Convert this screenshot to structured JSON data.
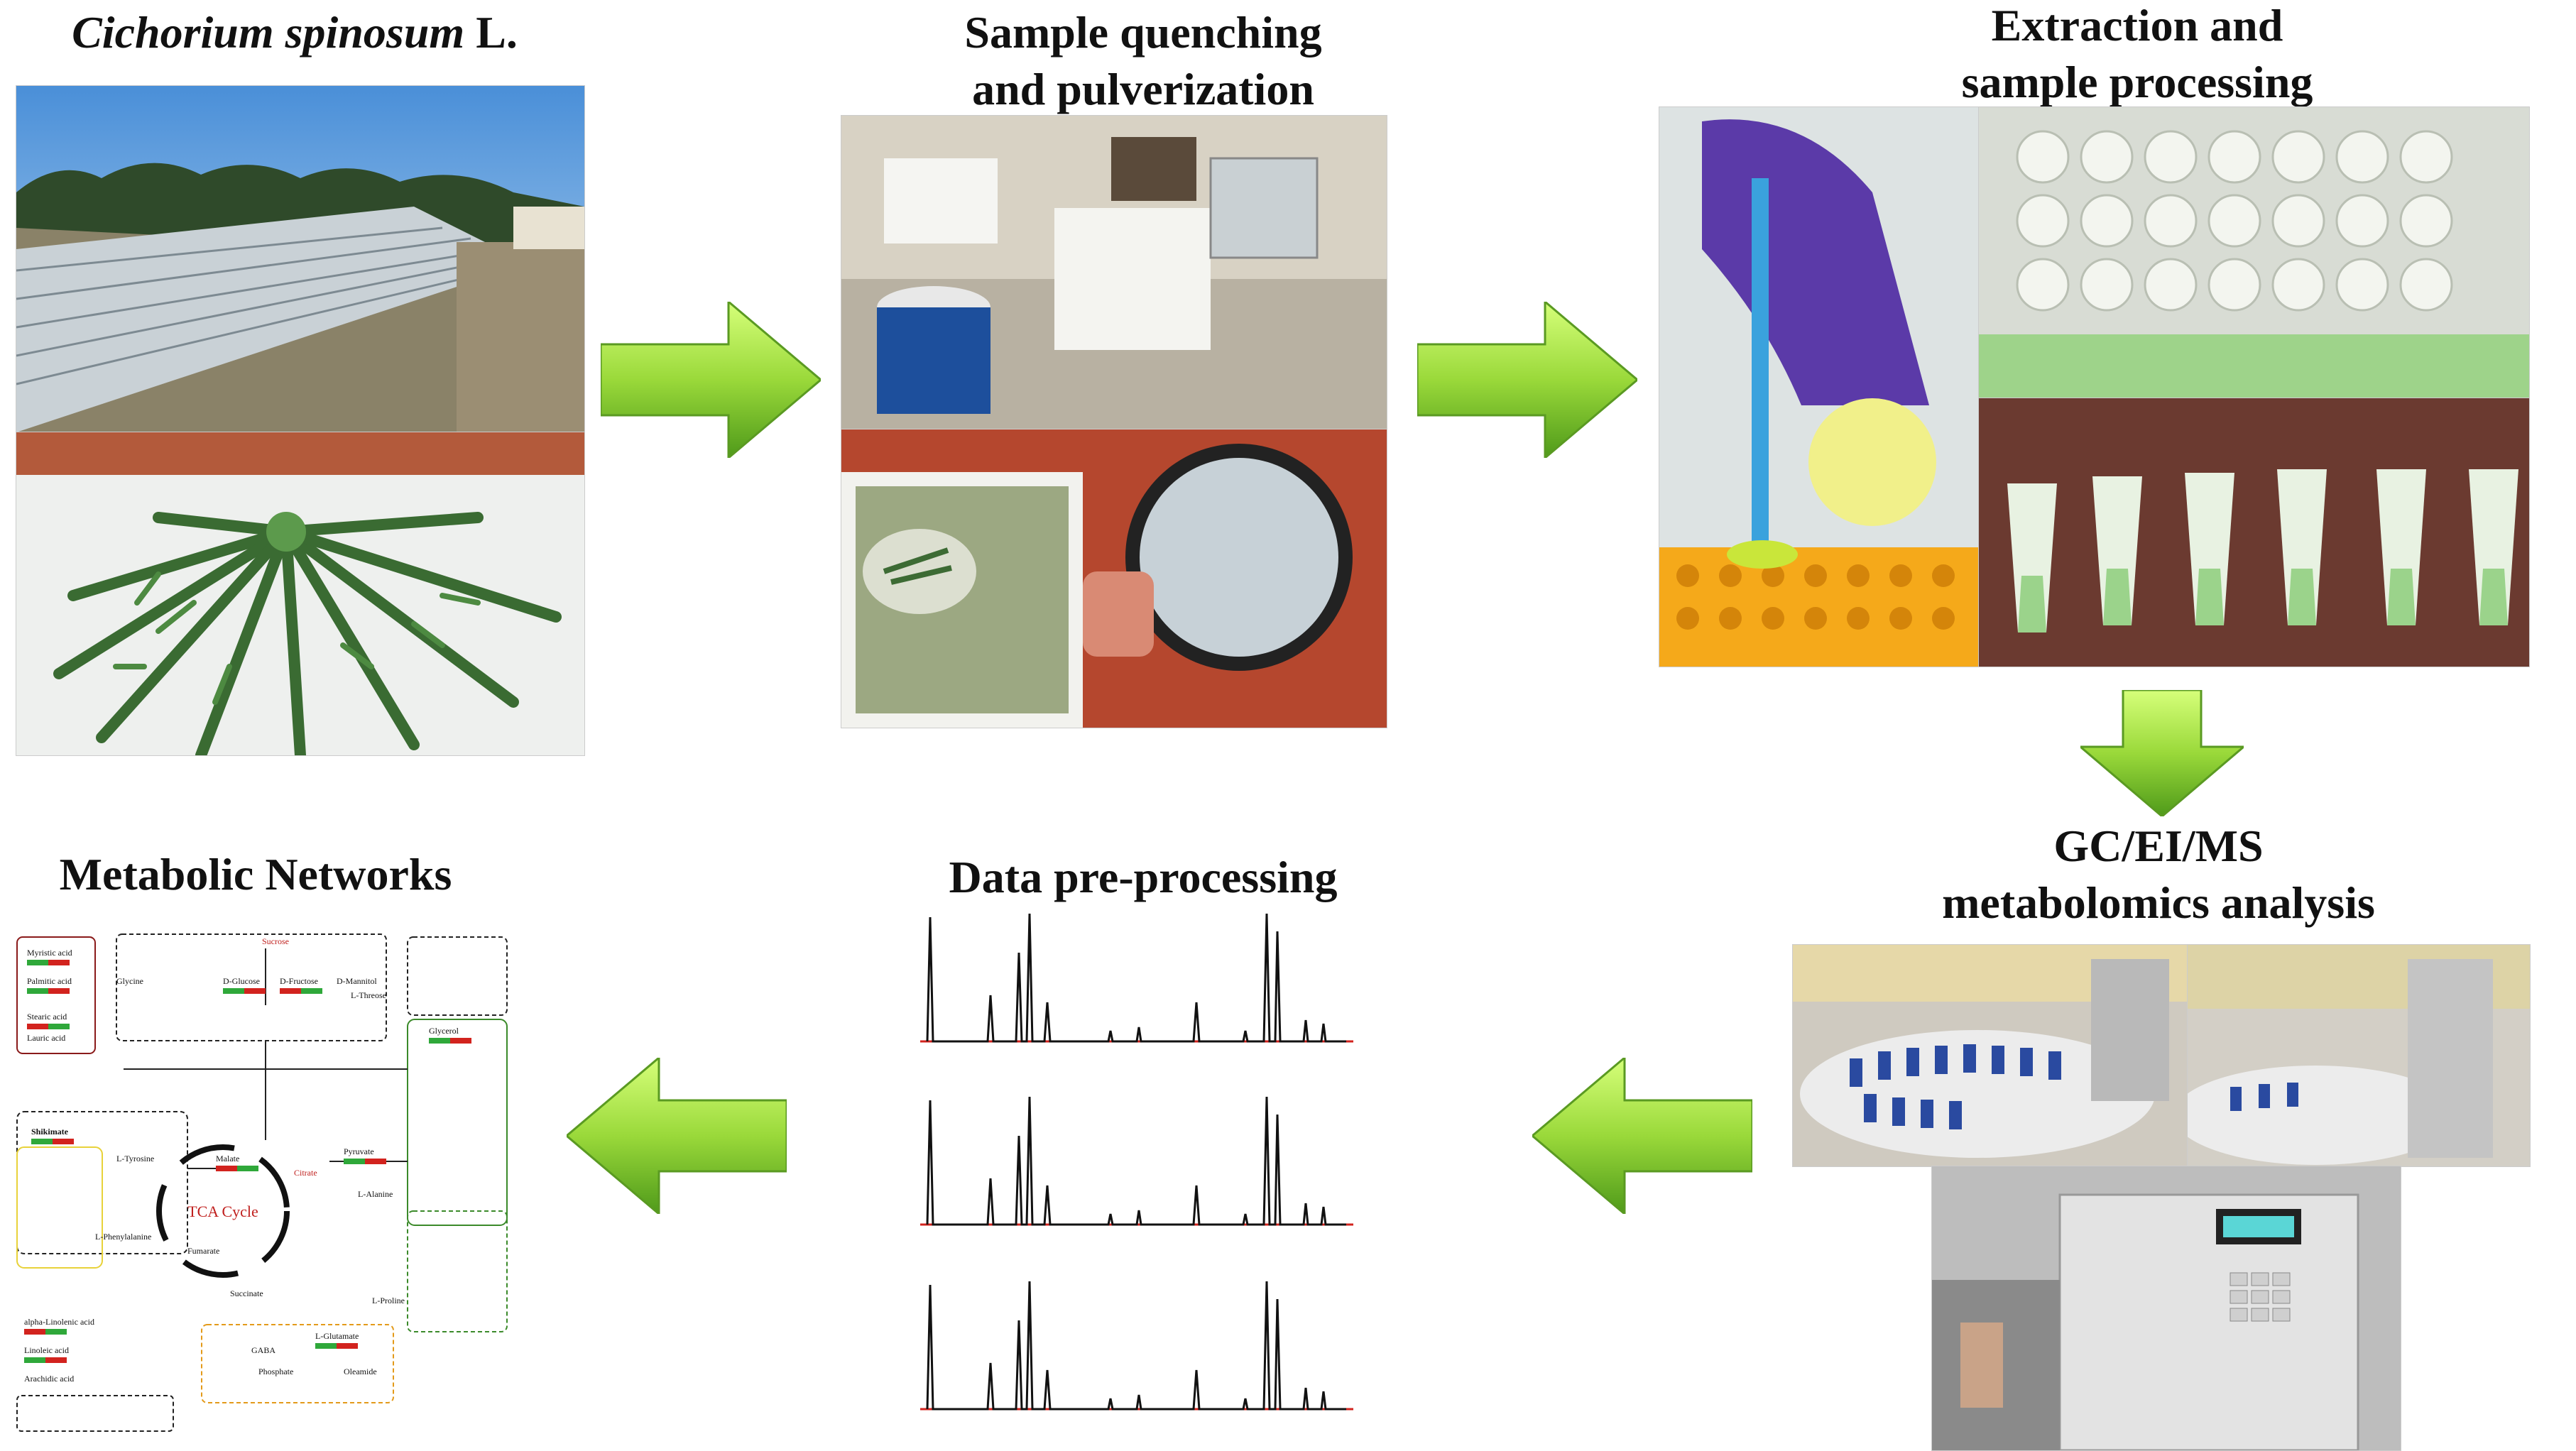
{
  "steps": {
    "step1": {
      "title_italic": "Cichorium spinosum",
      "title_rest": " L."
    },
    "step2": {
      "title_line1": "Sample quenching",
      "title_line2": "and pulverization"
    },
    "step3": {
      "title_line1": "Extraction and",
      "title_line2": "sample processing"
    },
    "step4": {
      "title_line1": "GC/EI/MS",
      "title_line2": "metabolomics analysis"
    },
    "step5": {
      "title": "Data pre-processing"
    },
    "step6": {
      "title": "Metabolic Networks"
    }
  },
  "network": {
    "tca_label": "TCA Cycle",
    "nodes": [
      "Sucrose",
      "D-Glucose",
      "D-Fructose",
      "D-Mannitol",
      "L-Threose",
      "Glycine",
      "Myristic acid",
      "Palmitic acid",
      "Stearic acid",
      "Lauric acid",
      "Shikimate",
      "L-Tyrosine",
      "L-Phenylalanine",
      "Pyruvate",
      "L-Alanine",
      "Citrate",
      "Succinate",
      "Fumarate",
      "Malate",
      "GABA",
      "L-Glutamate",
      "L-Proline",
      "Glycerol",
      "Phosphate",
      "Oleamide",
      "alpha-Linolenic acid",
      "Linoleic acid",
      "Arachidic acid"
    ]
  },
  "colors": {
    "arrow_green_light": "#b8f04a",
    "arrow_green_dark": "#5aa51e",
    "chrom_line": "#111111",
    "chrom_baseline": "#d2231e"
  }
}
